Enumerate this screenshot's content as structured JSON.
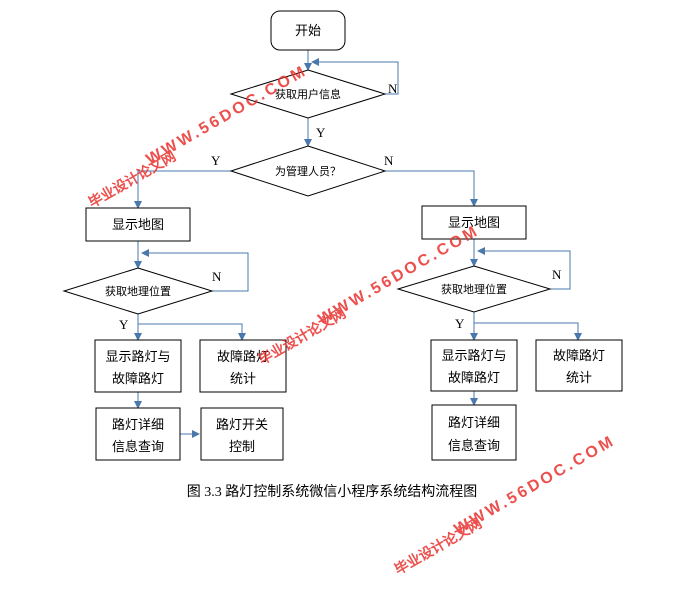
{
  "nodes": {
    "start": "开始",
    "get_user_info": "获取用户信息",
    "is_admin": "为管理人员？",
    "show_map_left": "显示地图",
    "show_map_right": "显示地图",
    "get_location_left": "获取地理位置",
    "get_location_right": "获取地理位置",
    "show_lights_left": [
      "显示路灯与",
      "故障路灯"
    ],
    "fault_stats_left": [
      "故障路灯",
      "统计"
    ],
    "detail_left": [
      "路灯详细",
      "信息查询"
    ],
    "switch_control": [
      "路灯开关",
      "控制"
    ],
    "show_lights_right": [
      "显示路灯与",
      "故障路灯"
    ],
    "fault_stats_right": [
      "故障路灯",
      "统计"
    ],
    "detail_right": [
      "路灯详细",
      "信息查询"
    ]
  },
  "edge_labels": {
    "user_info_no": "N",
    "user_info_yes": "Y",
    "admin_yes": "Y",
    "admin_no": "N",
    "location_left_no": "N",
    "location_left_yes": "Y",
    "location_right_no": "N",
    "location_right_yes": "Y"
  },
  "caption": "图 3.3  路灯控制系统微信小程序系统结构流程图",
  "watermark": {
    "cn": "毕业设计论文网",
    "url": "WWW.56DOC.COM",
    "color": "#e8322f"
  },
  "colors": {
    "connector": "#4a78ad"
  }
}
